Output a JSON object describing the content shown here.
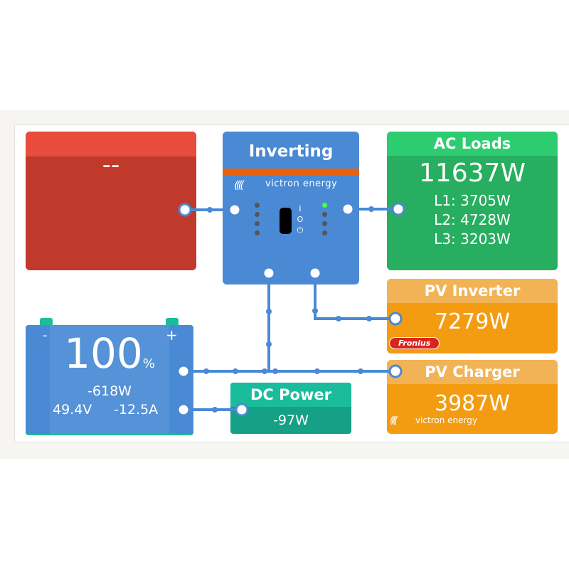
{
  "grid": {
    "value": "--",
    "colors": {
      "header": "#e74c3c",
      "body": "#c0392b"
    }
  },
  "inverter": {
    "state": "Inverting",
    "brand": "victron energy",
    "switch_marks": [
      "I",
      "O",
      "power-icon"
    ]
  },
  "ac_loads": {
    "title": "AC Loads",
    "total": "11637W",
    "l1": "L1: 3705W",
    "l2": "L2: 4728W",
    "l3": "L3: 3203W"
  },
  "pv_inverter": {
    "title": "PV Inverter",
    "power": "7279W",
    "brand": "Fronius"
  },
  "pv_charger": {
    "title": "PV Charger",
    "power": "3987W",
    "brand": "victron energy"
  },
  "battery": {
    "soc": "100",
    "soc_unit": "%",
    "power": "-618W",
    "voltage": "49.4V",
    "current": "-12.5A",
    "minus": "-",
    "plus": "+"
  },
  "dc_power": {
    "title": "DC Power",
    "power": "-97W"
  }
}
